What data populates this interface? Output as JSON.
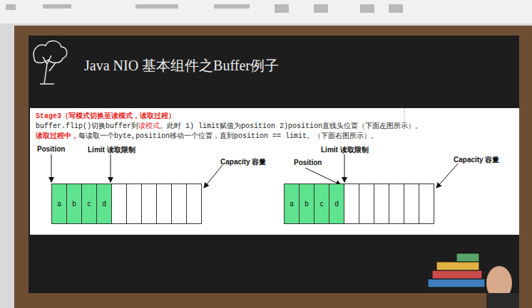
{
  "diagram": {
    "title": "Java NIO 基本组件之Buffer例子",
    "nodes": [
      {
        "text": [
          "Stage3（写模式切换至读模式，读取过程）",
          "buffer.flip()切换buffer到",
          "读模式",
          "。此时 1) limit赋值为position 2)position直线头位置（下面左图所示）。",
          "读取过程中，",
          "每读取一个byte,position移动一个位置，直到position == limit。（下面右图所示）。"
        ]
      },
      {
        "text": [
          "a"
        ],
        "in": 0
      },
      {
        "text": [
          "b"
        ],
        "in": 0
      },
      {
        "text": [
          "c"
        ],
        "in": 0
      },
      {
        "text": [
          "d"
        ],
        "in": 0
      },
      {
        "text": [
          "a"
        ],
        "in": 0
      },
      {
        "text": [
          "b"
        ],
        "in": 0
      },
      {
        "text": [
          "c"
        ],
        "in": 0
      },
      {
        "text": [
          "d"
        ],
        "in": 0
      }
    ],
    "labels": [
      "Position",
      "Limit 读取限制",
      "Capacity 容量",
      "Limit 读取限制",
      "Position",
      "Capacity 容量"
    ]
  }
}
